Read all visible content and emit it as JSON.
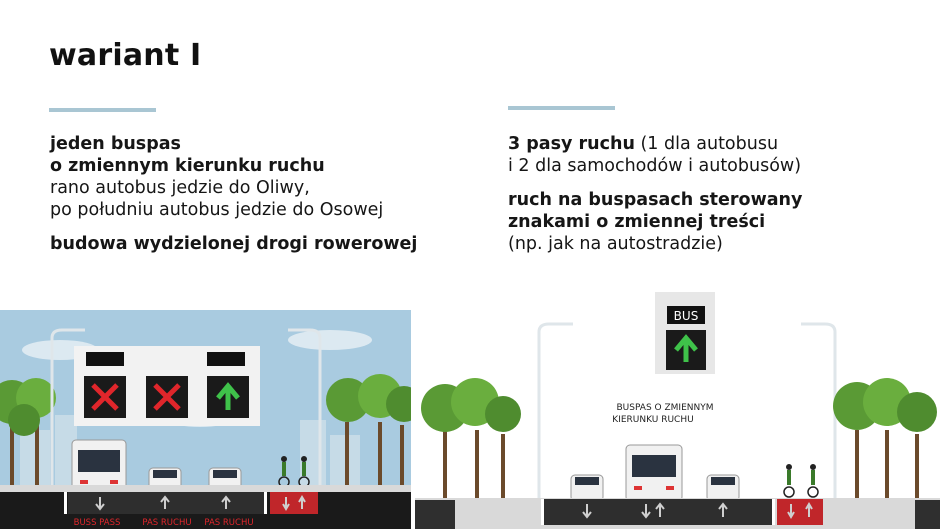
{
  "title": "wariant I",
  "left": {
    "line1": "jeden buspas",
    "line2": "o zmiennym kierunku ruchu",
    "line3": "rano autobus jedzie do Oliwy,",
    "line4": "po południu autobus jedzie do Osowej",
    "line5": "budowa wydzielonej drogi rowerowej"
  },
  "right": {
    "line1_bold": "3 pasy ruchu",
    "line1_rest": " (1 dla autobusu",
    "line2": "i 2 dla samochodów i autobusów)",
    "line3": "ruch na buspasach sterowany",
    "line4": "znakami o zmiennej treści",
    "line5": "(np. jak na autostradzie)"
  },
  "illustration_left": {
    "lane_labels": [
      "BUSS PASS",
      "PAS RUCHU",
      "PAS RUCHU"
    ],
    "signals": [
      "red-x-icon",
      "red-x-icon",
      "green-up-arrow-icon"
    ]
  },
  "illustration_right": {
    "sign_text": "BUS",
    "caption_line1": "BUSPAS O ZMIENNYM",
    "caption_line2": "KIERUNKU RUCHU",
    "signals": [
      "green-up-arrow-icon"
    ]
  },
  "colors": {
    "accent_rule": "#a9c6d3",
    "sky": "#a9cbe0",
    "tree": "#5a9a35",
    "road": "#2a2a2a",
    "bike_lane": "#c0262a",
    "label_red": "#e0262b"
  }
}
